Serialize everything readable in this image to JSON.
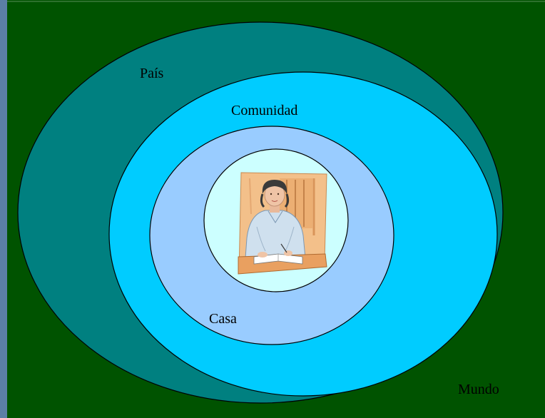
{
  "labels": {
    "pais": "País",
    "comunidad": "Comunidad",
    "casa": "Casa",
    "mundo": "Mundo"
  },
  "colors": {
    "mundo": "#005300",
    "pais": "#008080",
    "comunidad": "#00ccff",
    "casa": "#99ccff",
    "center": "#ccffff",
    "left_edge": "#5b7fa6"
  },
  "center_image": "woman-at-desk-clipart"
}
